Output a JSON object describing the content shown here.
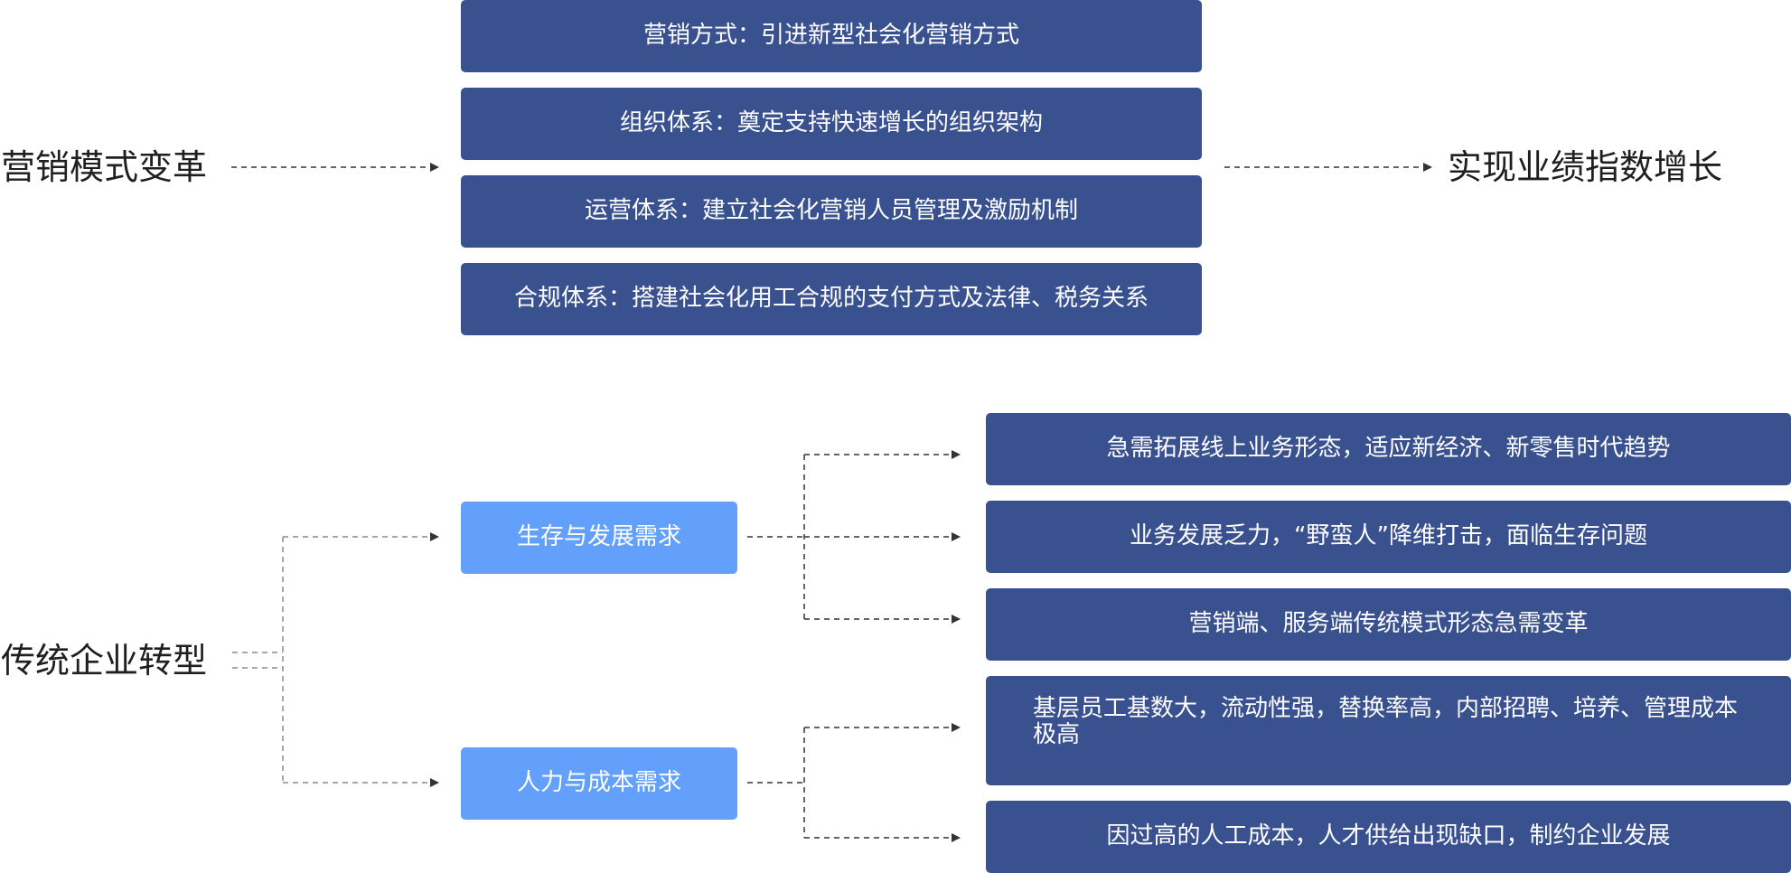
{
  "diagram": {
    "top_section": {
      "left_label": "营销模式变革",
      "right_label": "实现业绩指数增长",
      "boxes": [
        "营销方式：引进新型社会化营销方式",
        "组织体系：奠定支持快速增长的组织架构",
        "运营体系：建立社会化营销人员管理及激励机制",
        "合规体系：搭建社会化用工合规的支付方式及法律、税务关系"
      ]
    },
    "bottom_section": {
      "root_label": "传统企业转型",
      "branches": [
        {
          "label": "生存与发展需求",
          "items": [
            "急需拓展线上业务形态，适应新经济、新零售时代趋势",
            "业务发展乏力，“野蛮人”降维打击，面临生存问题",
            "营销端、服务端传统模式形态急需变革"
          ]
        },
        {
          "label": "人力与成本需求",
          "items": [
            "基层员工基数大，流动性强，替换率高，内部招聘、培养、管理成本极高",
            "因过高的人工成本，人才供给出现缺口，制约企业发展"
          ]
        }
      ]
    },
    "colors": {
      "dark_box": "#3a5190",
      "light_box": "#62a0fb",
      "text_dark": "#1f1f1f",
      "connector": "#333333",
      "connector_light": "#8a8a8a"
    }
  }
}
